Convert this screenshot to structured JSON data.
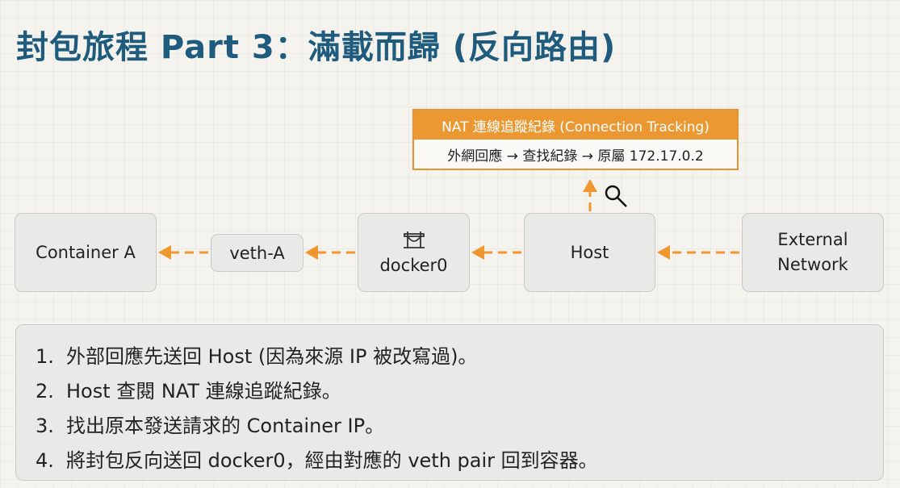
{
  "title": "封包旅程 Part 3：滿載而歸 (反向路由)",
  "nodes": {
    "container_a": "Container A",
    "veth_a": "veth-A",
    "docker0": "docker0",
    "host": "Host",
    "external_line1": "External",
    "external_line2": "Network"
  },
  "nat_table": {
    "header": "NAT 連線追蹤紀錄 (Connection Tracking)",
    "body": "外網回應 → 查找紀錄 → 原屬 172.17.0.2"
  },
  "steps": [
    {
      "num": "1.",
      "text": "外部回應先送回 Host (因為來源 IP 被改寫過)。"
    },
    {
      "num": "2.",
      "text": "Host 查閱 NAT 連線追蹤紀錄。"
    },
    {
      "num": "3.",
      "text": "找出原本發送請求的 Container IP。"
    },
    {
      "num": "4.",
      "text": "將封包反向送回 docker0，經由對應的 veth pair 回到容器。"
    }
  ],
  "colors": {
    "title": "#1f5b7c",
    "accent": "#eb9833",
    "box_fill": "#e9e9e7"
  },
  "icons": {
    "docker0": "bridge-icon",
    "lookup": "magnifier-icon"
  }
}
